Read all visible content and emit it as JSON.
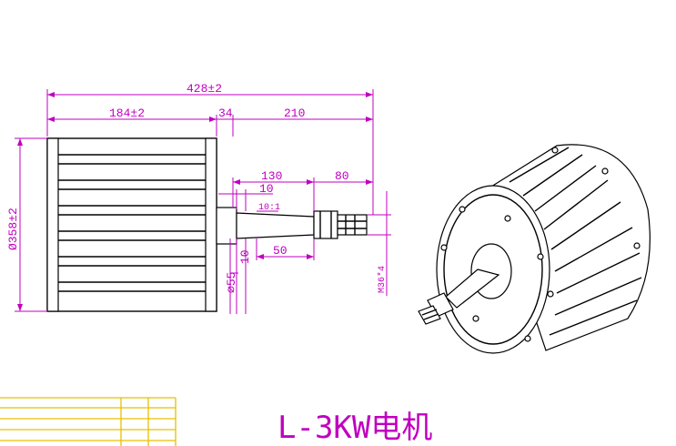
{
  "title": "L-3KW电机",
  "dimensions": {
    "overall_length": "428±2",
    "rotor_length": "184±2",
    "flange_gap": "34",
    "shaft_total": "210",
    "shaft_section_a": "130",
    "shaft_section_b": "80",
    "shoulder": "10",
    "taper_ratio": "10:1",
    "taper_length": "50",
    "shoulder_step": "10",
    "shaft_diameter": "⌀55",
    "housing_diameter": "Ø358±2",
    "thread": "M36*4"
  },
  "colors": {
    "dimension": "#c000c0",
    "outline": "#000000",
    "title_block": "#e6c000"
  }
}
